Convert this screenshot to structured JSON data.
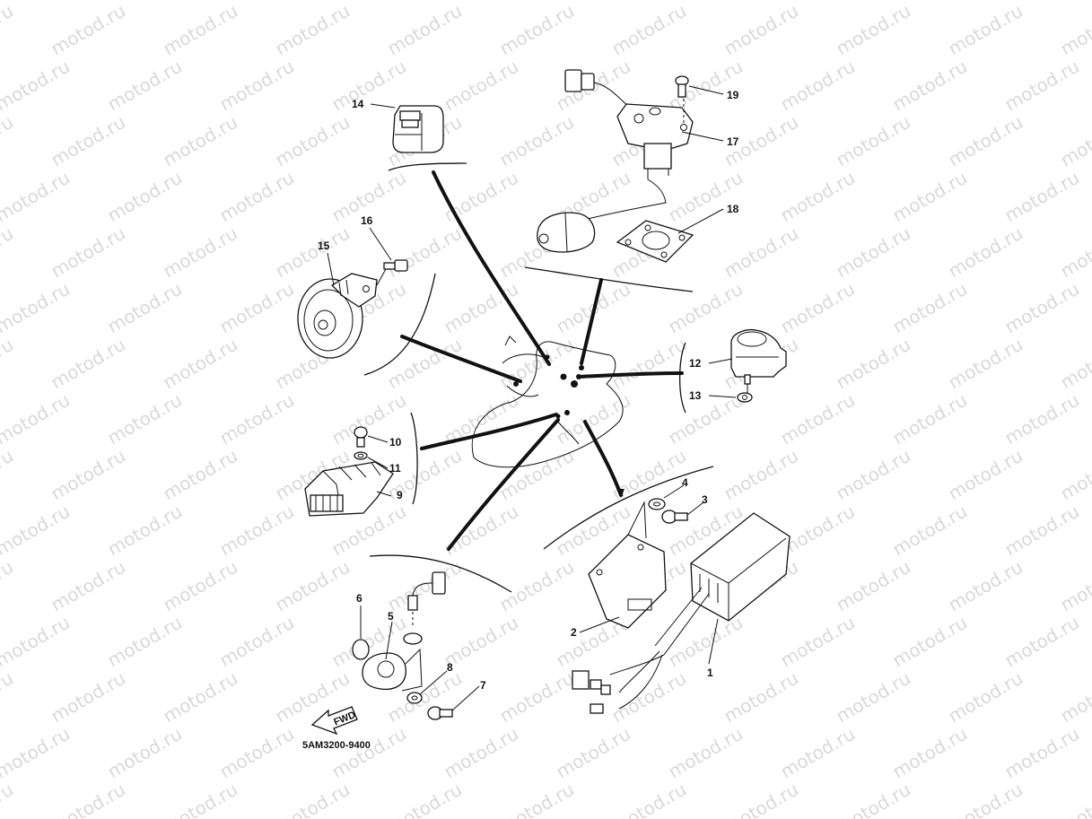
{
  "watermark": {
    "text": "motod.ru"
  },
  "diagram_code": "5AM3200-9400",
  "fwd_label": "FWD",
  "callouts": {
    "p1": "1",
    "p2": "2",
    "p3": "3",
    "p4": "4",
    "p5": "5",
    "p6": "6",
    "p7": "7",
    "p8": "8",
    "p9": "9",
    "p10": "10",
    "p11": "11",
    "p12": "12",
    "p13": "13",
    "p14": "14",
    "p15": "15",
    "p16": "16",
    "p17": "17",
    "p18": "18",
    "p19": "19"
  }
}
